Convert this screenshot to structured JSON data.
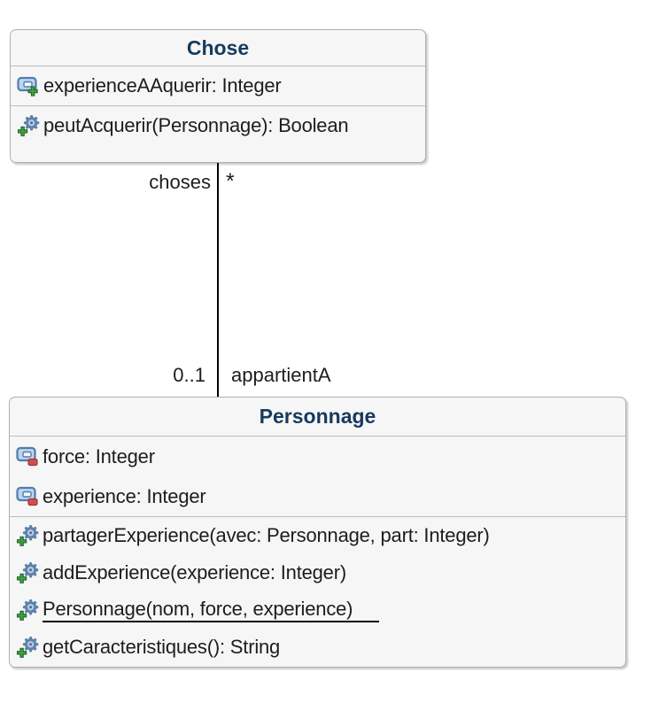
{
  "diagram": {
    "classes": [
      {
        "name": "Chose",
        "fields": [
          {
            "label": "experienceAAquerir: Integer",
            "icon": "field-icon",
            "badge": "added"
          }
        ],
        "methods": [
          {
            "label": "peutAcquerir(Personnage): Boolean",
            "icon": "method-icon",
            "badge": "added"
          }
        ]
      },
      {
        "name": "Personnage",
        "fields": [
          {
            "label": "force: Integer",
            "icon": "field-icon",
            "badge": "removed"
          },
          {
            "label": "experience: Integer",
            "icon": "field-icon",
            "badge": "removed"
          }
        ],
        "methods": [
          {
            "label": "partagerExperience(avec: Personnage, part: Integer)",
            "icon": "method-icon",
            "badge": "added"
          },
          {
            "label": "addExperience(experience: Integer)",
            "icon": "method-icon",
            "badge": "added"
          },
          {
            "label": "Personnage(nom, force, experience)",
            "icon": "method-icon",
            "badge": "added",
            "underlined": true
          },
          {
            "label": "getCaracteristiques(): String",
            "icon": "method-icon",
            "badge": "added"
          }
        ]
      }
    ],
    "association": {
      "role_top": "choses",
      "multiplicity_top": "*",
      "multiplicity_bottom": "0..1",
      "role_bottom": "appartientA"
    },
    "colors": {
      "class_title": "#173a5e",
      "box_background": "#f6f6f6",
      "box_border": "#b0b0b0",
      "separator": "#bdbdbd",
      "member_text": "#1d1d1d",
      "association_line": "#000000",
      "icon_blue": "#5d81aa",
      "badge_green": "#3f9d44",
      "badge_red": "#cf5050"
    }
  }
}
